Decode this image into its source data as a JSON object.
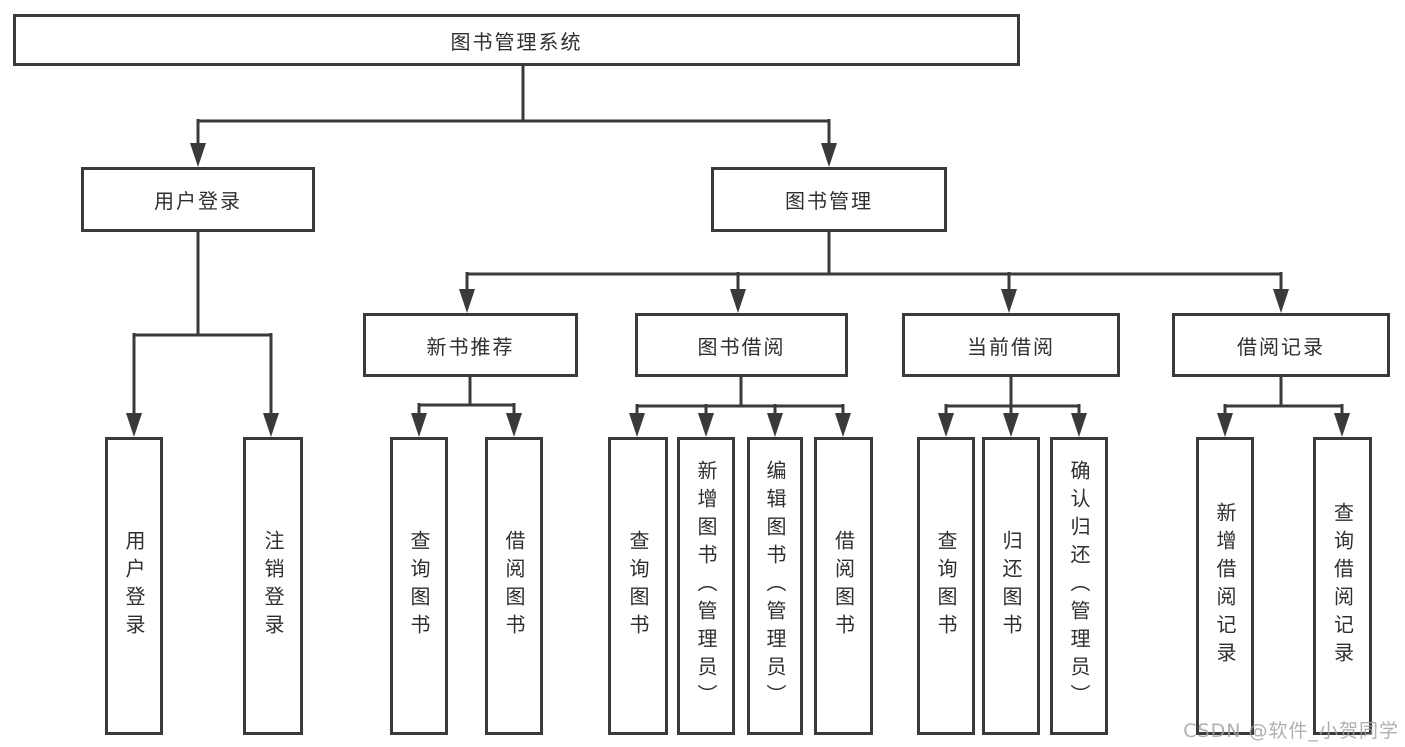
{
  "diagram": {
    "root": "图书管理系统",
    "level2": [
      "用户登录",
      "图书管理"
    ],
    "level3": [
      "新书推荐",
      "图书借阅",
      "当前借阅",
      "借阅记录"
    ],
    "leaves": {
      "user": [
        "用户登录",
        "注销登录"
      ],
      "new_book": [
        "查询图书",
        "借阅图书"
      ],
      "book_borrow": [
        "查询图书",
        "新增图书（管理员）",
        "编辑图书（管理员）",
        "借阅图书"
      ],
      "current_borrow": [
        "查询图书",
        "归还图书",
        "确认归还（管理员）"
      ],
      "borrow_records": [
        "新增借阅记录",
        "查询借阅记录"
      ]
    }
  },
  "watermark": "CSDN @软件_小贺同学",
  "colors": {
    "line": "#3a3a3a",
    "text": "#2f2f2f",
    "watermark": "#a3a3a3",
    "box_background": "#ffffff"
  }
}
